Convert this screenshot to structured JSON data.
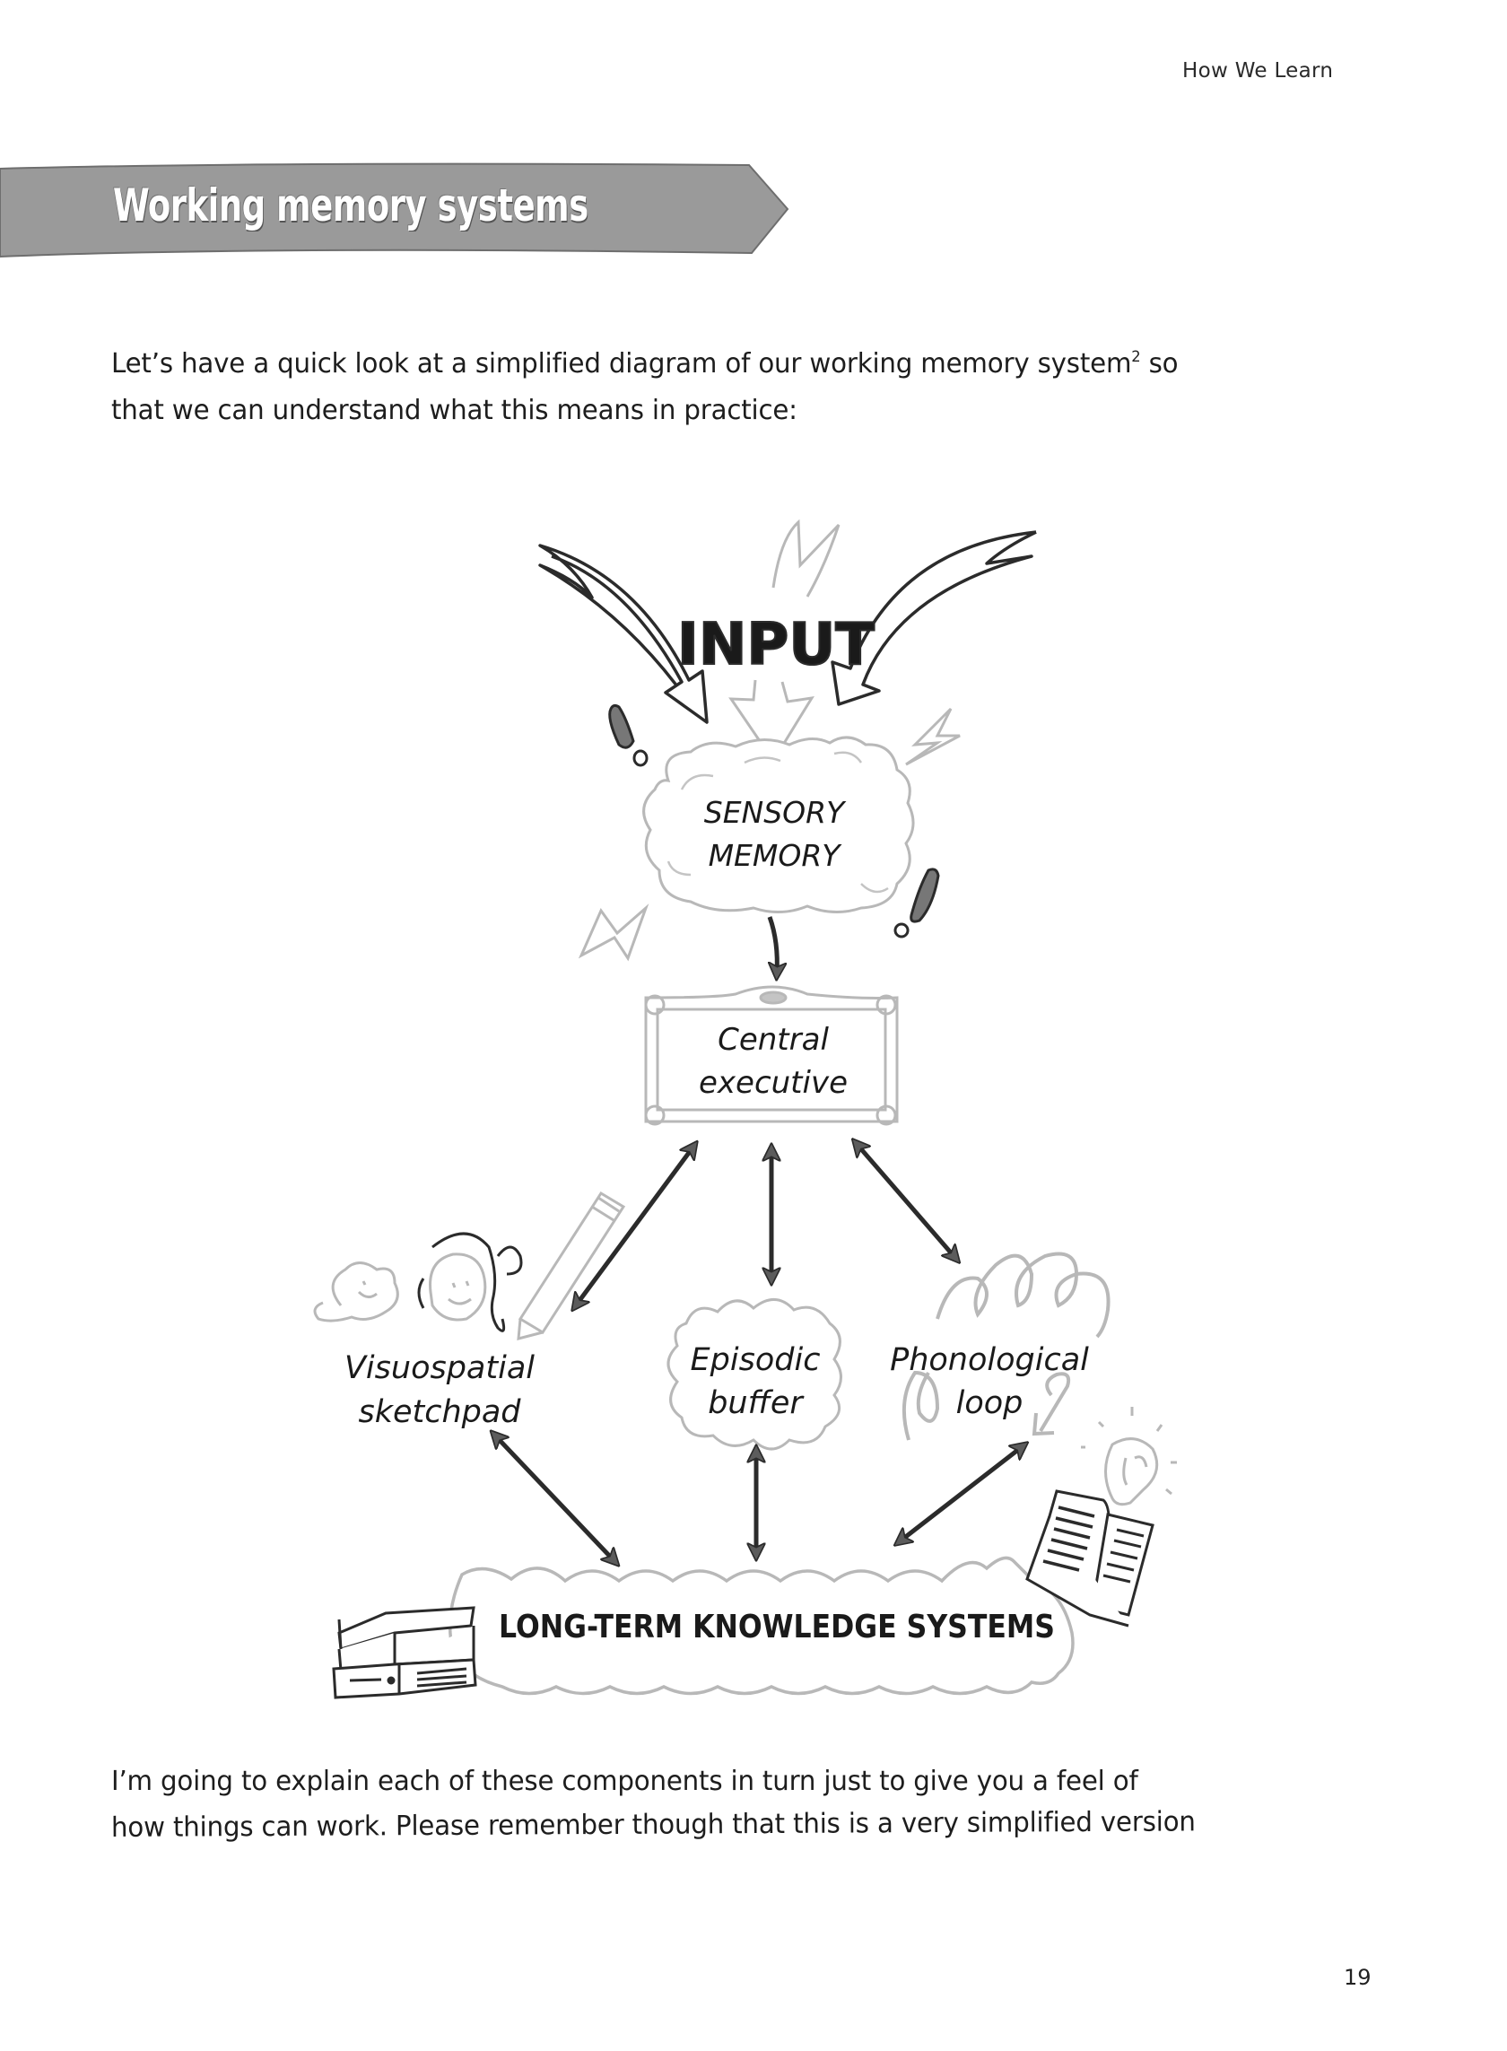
{
  "header": {
    "running_title": "How We Learn"
  },
  "section": {
    "title": "Working memory systems",
    "banner_color": "#9a9a9a"
  },
  "intro": {
    "text_before_sup": "Let’s have a quick look at a simplified diagram of our working memory system",
    "footnote_ref": "2",
    "text_after_sup": " so",
    "line2": "that we can understand what this means in practice:"
  },
  "diagram": {
    "input_label": "INPUT",
    "sensory_memory": {
      "line1": "SENSORY",
      "line2": "MEMORY"
    },
    "central_executive": {
      "line1": "Central",
      "line2": "executive"
    },
    "visuospatial": {
      "line1": "Visuospatial",
      "line2": "sketchpad"
    },
    "episodic": {
      "line1": "Episodic",
      "line2": "buffer"
    },
    "phonological": {
      "line1": "Phonological",
      "line2": "loop"
    },
    "long_term": "LONG-TERM KNOWLEDGE SYSTEMS",
    "icons": [
      "lightning-icon",
      "exclamation-icon",
      "faces-doodle-icon",
      "pencil-icon",
      "spiral-loop-icon",
      "lightbulb-icon",
      "open-book-icon",
      "stacked-books-icon"
    ],
    "colors": {
      "ink": "#2b2b2b",
      "arrow_fill": "#5c5c5c",
      "light_ink": "#b8b8b8"
    }
  },
  "outro": {
    "line1": "I’m going to explain each of these components in turn just to give you a feel of",
    "line2": "how things can work. Please remember though that this is a very simplified version"
  },
  "footer": {
    "page_number": "19"
  }
}
